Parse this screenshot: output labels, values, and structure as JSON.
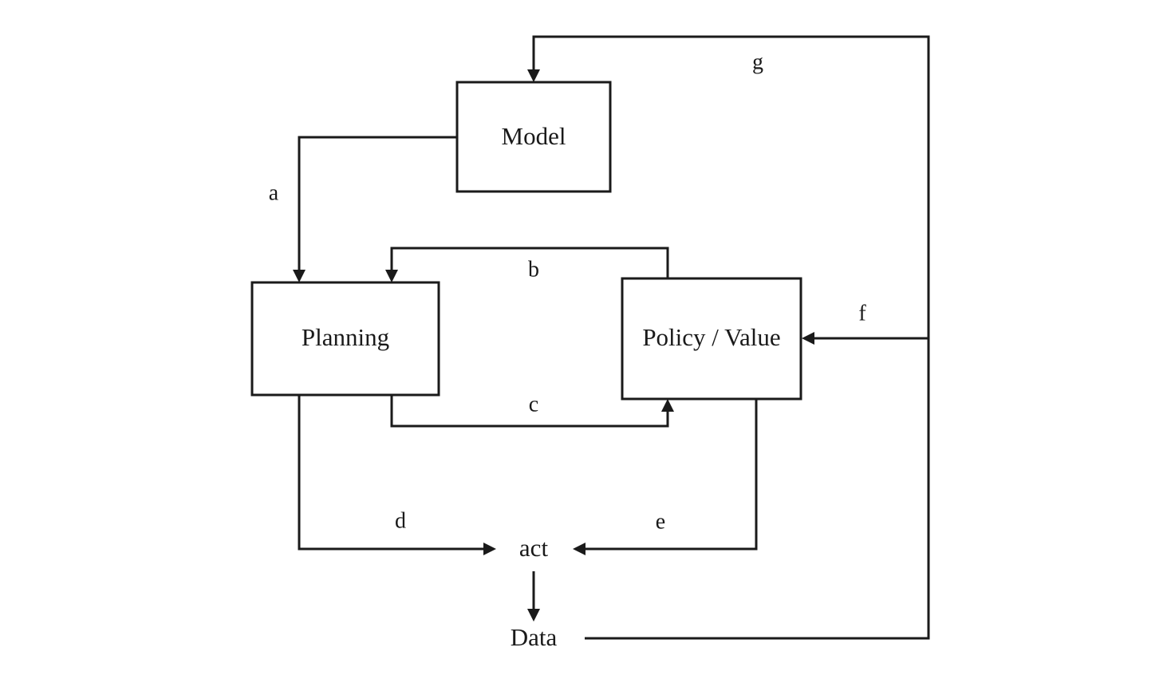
{
  "nodes": {
    "model": "Model",
    "planning": "Planning",
    "policy_value": "Policy / Value",
    "act": "act",
    "data": "Data"
  },
  "edges": {
    "a": "a",
    "b": "b",
    "c": "c",
    "d": "d",
    "e": "e",
    "f": "f",
    "g": "g"
  },
  "colors": {
    "stroke": "#1a1a1a",
    "background": "#ffffff"
  }
}
